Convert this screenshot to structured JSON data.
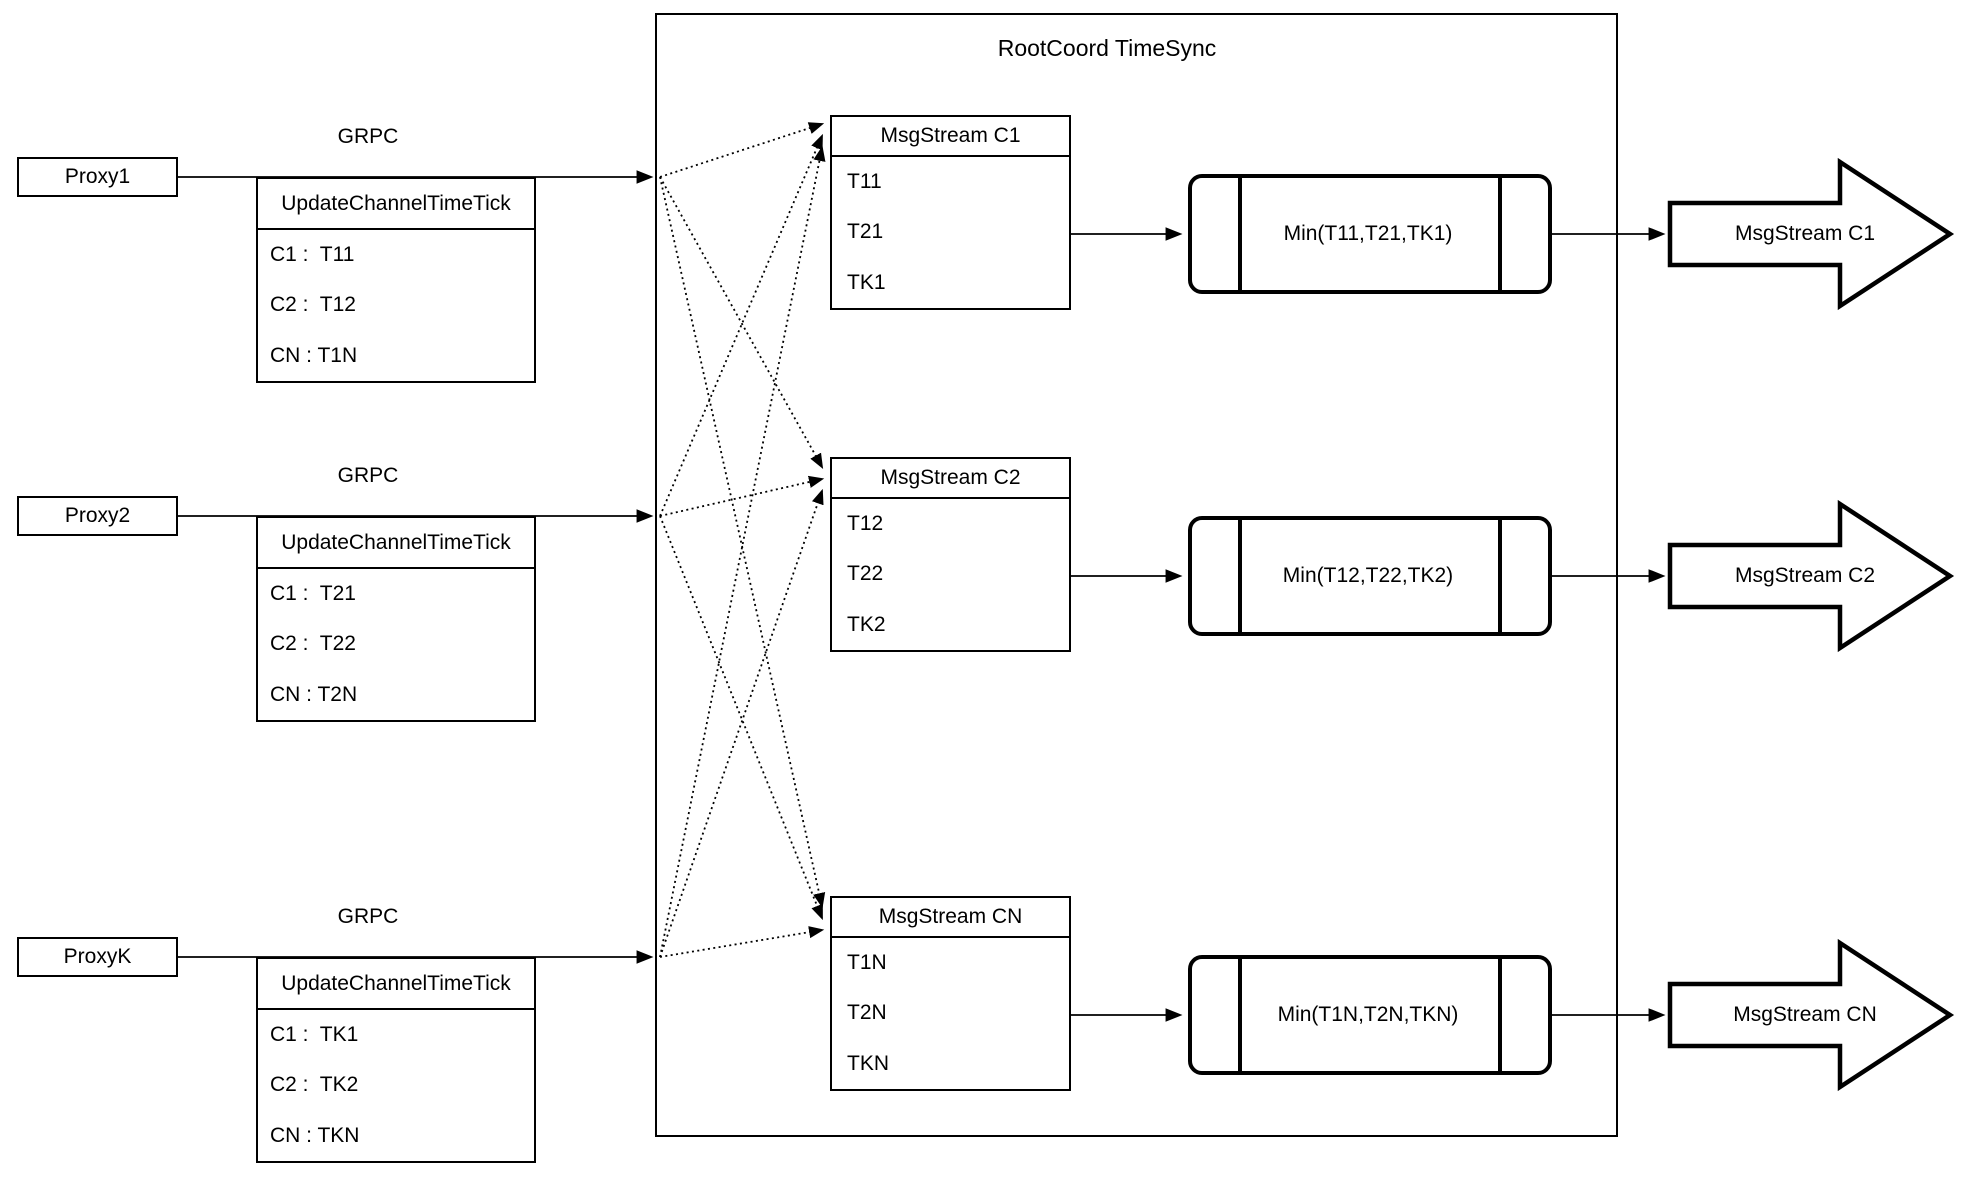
{
  "diagram_title": "RootCoord TimeSync",
  "colors": {
    "stroke": "#000000",
    "fill": "#ffffff"
  },
  "proxies": [
    {
      "name": "Proxy1",
      "protocol": "GRPC",
      "message_title": "UpdateChannelTimeTick",
      "entries": [
        "C1 :  T11",
        "C2 :  T12",
        "CN : T1N"
      ]
    },
    {
      "name": "Proxy2",
      "protocol": "GRPC",
      "message_title": "UpdateChannelTimeTick",
      "entries": [
        "C1 :  T21",
        "C2 :  T22",
        "CN : T2N"
      ]
    },
    {
      "name": "ProxyK",
      "protocol": "GRPC",
      "message_title": "UpdateChannelTimeTick",
      "entries": [
        "C1 :  TK1",
        "C2 :  TK2",
        "CN : TKN"
      ]
    }
  ],
  "streams": [
    {
      "header": "MsgStream C1",
      "ticks": [
        "T11",
        "T21",
        "TK1"
      ],
      "min_label": "Min(T11,T21,TK1)",
      "output_label": "MsgStream C1"
    },
    {
      "header": "MsgStream C2",
      "ticks": [
        "T12",
        "T22",
        "TK2"
      ],
      "min_label": "Min(T12,T22,TK2)",
      "output_label": "MsgStream C2"
    },
    {
      "header": "MsgStream CN",
      "ticks": [
        "T1N",
        "T2N",
        "TKN"
      ],
      "min_label": "Min(T1N,T2N,TKN)",
      "output_label": "MsgStream CN"
    }
  ]
}
